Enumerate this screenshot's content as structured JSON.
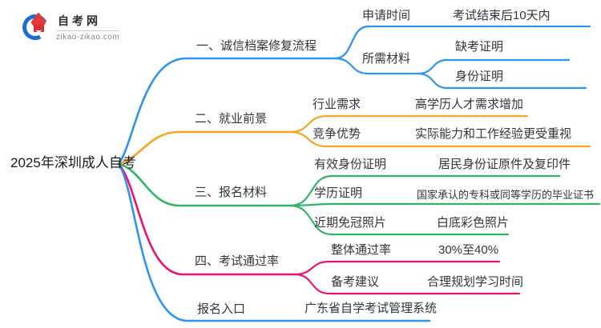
{
  "logo": {
    "site_name": "自考网",
    "site_url": "zikao-zikao.com",
    "icon": "graduation-cap-crescent",
    "icon_colors": {
      "crescent_blue": "#1a6fd4",
      "cap_red": "#e23a3c"
    }
  },
  "map": {
    "root": "2025年深圳成人自考",
    "branches": [
      {
        "label": "一、诚信档案修复流程",
        "color": "#2d94f0",
        "children": [
          {
            "label": "申请时间",
            "children": [
              {
                "label": "考试结束后10天内"
              }
            ]
          },
          {
            "label": "所需材料",
            "children": [
              {
                "label": "缺考证明"
              },
              {
                "label": "身份证明"
              }
            ]
          }
        ]
      },
      {
        "label": "二、就业前景",
        "color": "#f6a623",
        "children": [
          {
            "label": "行业需求",
            "children": [
              {
                "label": "高学历人才需求增加"
              }
            ]
          },
          {
            "label": "竞争优势",
            "children": [
              {
                "label": "实际能力和工作经验更受重视"
              }
            ]
          }
        ]
      },
      {
        "label": "三、报名材料",
        "color": "#2eb566",
        "children": [
          {
            "label": "有效身份证明",
            "children": [
              {
                "label": "居民身份证原件及复印件"
              }
            ]
          },
          {
            "label": "学历证明",
            "children": [
              {
                "label": "国家承认的专科或同等学历的毕业证书"
              }
            ]
          },
          {
            "label": "近期免冠照片",
            "children": [
              {
                "label": "白底彩色照片"
              }
            ]
          }
        ]
      },
      {
        "label": "四、考试通过率",
        "color": "#ee1270",
        "children": [
          {
            "label": "整体通过率",
            "children": [
              {
                "label": "30%至40%"
              }
            ]
          },
          {
            "label": "备考建议",
            "children": [
              {
                "label": "合理规划学习时间"
              }
            ]
          }
        ]
      },
      {
        "label": "报名入口",
        "color": "#2d94f0",
        "children": [
          {
            "label": "广东省自学考试管理系统"
          }
        ]
      }
    ]
  }
}
